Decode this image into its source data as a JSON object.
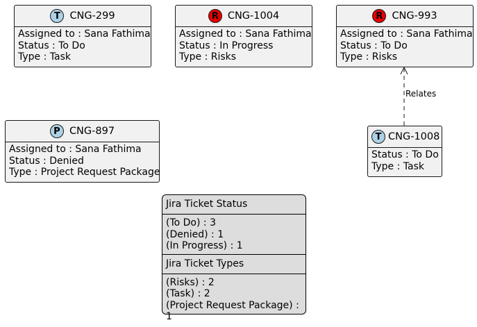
{
  "tickets": [
    {
      "id": "CNG-299",
      "badge": "T",
      "badge_kind": "task",
      "attributes": [
        "Assigned to : Sana Fathima",
        "Status : To Do",
        "Type : Task"
      ]
    },
    {
      "id": "CNG-1004",
      "badge": "R",
      "badge_kind": "risk",
      "attributes": [
        "Assigned to : Sana Fathima",
        "Status : In Progress",
        "Type : Risks"
      ]
    },
    {
      "id": "CNG-993",
      "badge": "R",
      "badge_kind": "risk",
      "attributes": [
        "Assigned to : Sana Fathima",
        "Status : To Do",
        "Type : Risks"
      ]
    },
    {
      "id": "CNG-897",
      "badge": "P",
      "badge_kind": "project-request-package",
      "attributes": [
        "Assigned to : Sana Fathima",
        "Status : Denied",
        "Type : Project Request Package"
      ]
    },
    {
      "id": "CNG-1008",
      "badge": "T",
      "badge_kind": "task",
      "attributes": [
        "Status : To Do",
        "Type : Task"
      ]
    }
  ],
  "relation": {
    "from": "CNG-1008",
    "to": "CNG-993",
    "label": "Relates"
  },
  "legend": {
    "status_title": "Jira Ticket Status",
    "status_rows": [
      "(To Do) : 3",
      "(Denied) : 1",
      "(In Progress) : 1"
    ],
    "types_title": "Jira Ticket Types",
    "types_rows": [
      "(Risks) : 2",
      "(Task) : 2",
      "(Project Request Package) : 1"
    ]
  },
  "colors": {
    "task_badge": "#add1e6",
    "risk_badge": "#e60000",
    "node_fill": "#f1f1f1",
    "legend_fill": "#dddddd"
  }
}
